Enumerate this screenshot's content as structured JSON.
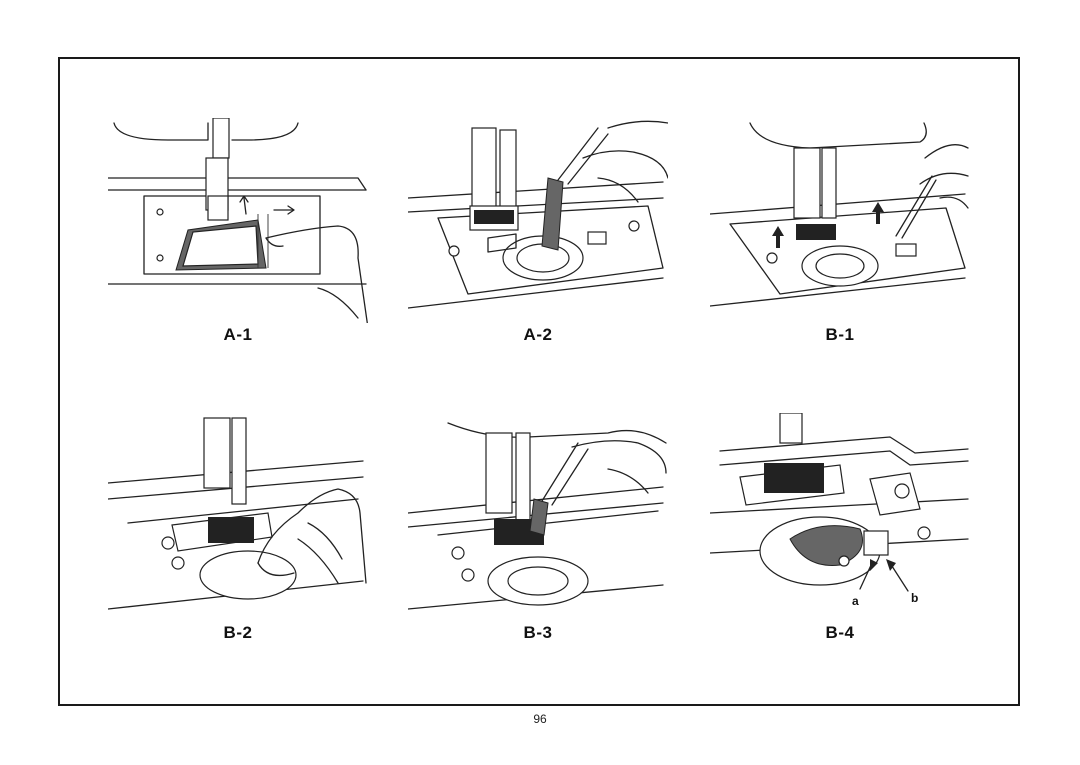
{
  "figures": [
    {
      "id": "A-1",
      "caption": "A-1"
    },
    {
      "id": "A-2",
      "caption": "A-2"
    },
    {
      "id": "B-1",
      "caption": "B-1"
    },
    {
      "id": "B-2",
      "caption": "B-2"
    },
    {
      "id": "B-3",
      "caption": "B-3"
    },
    {
      "id": "B-4",
      "caption": "B-4"
    }
  ],
  "callouts": {
    "a": "a",
    "b": "b"
  },
  "page_number": "96"
}
